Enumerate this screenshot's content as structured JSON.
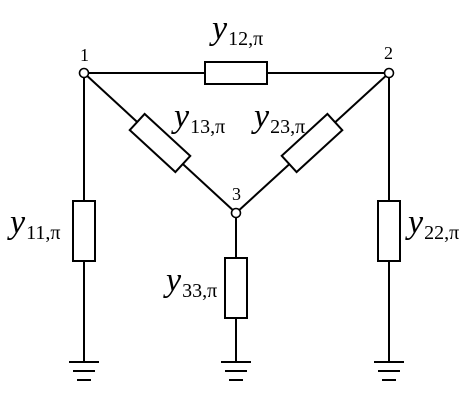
{
  "nodes": {
    "n1": "1",
    "n2": "2",
    "n3": "3"
  },
  "labels": {
    "y12": {
      "symbol": "y",
      "sub": "12,π"
    },
    "y13": {
      "symbol": "y",
      "sub": "13,π"
    },
    "y23": {
      "symbol": "y",
      "sub": "23,π"
    },
    "y11": {
      "symbol": "y",
      "sub": "11,π"
    },
    "y22": {
      "symbol": "y",
      "sub": "22,π"
    },
    "y33": {
      "symbol": "y",
      "sub": "33,π"
    }
  }
}
